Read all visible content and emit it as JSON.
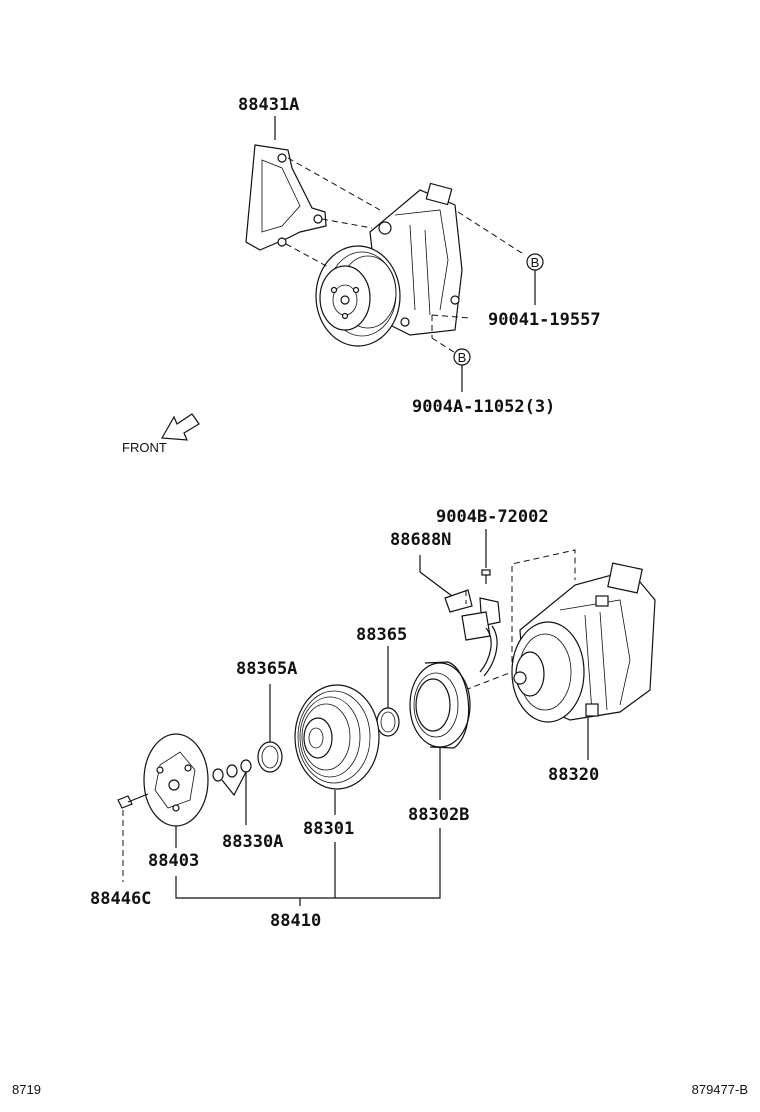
{
  "labels": {
    "bracket": "88431A",
    "bolt_upper": "90041-19557",
    "bolt_lower": "9004A-11052(3)",
    "ref_b": "B",
    "front": "FRONT",
    "screw": "9004B-72002",
    "harness": "88688N",
    "ring_right": "88365",
    "ring_left": "88365A",
    "compressor": "88320",
    "shims": "88330A",
    "pulley": "88301",
    "stator": "88302B",
    "hub": "88403",
    "hub_bolt": "88446C",
    "clutch_assy": "88410"
  },
  "footer": {
    "left_code": "8719",
    "right_code": "879477-B"
  },
  "icons": [
    "front-arrow-icon",
    "circle-b-icon"
  ]
}
